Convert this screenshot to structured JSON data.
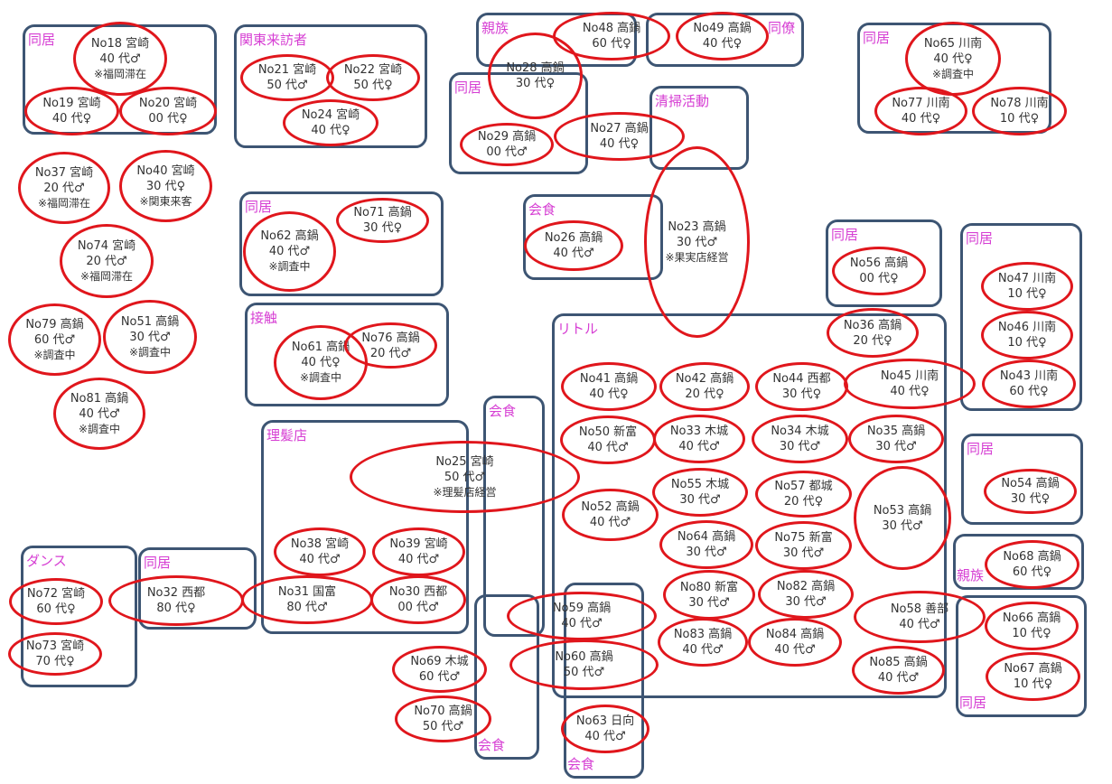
{
  "groups": [
    {
      "id": "g-dojo1",
      "label": "同居"
    },
    {
      "id": "g-kanto",
      "label": "関東来訪者"
    },
    {
      "id": "g-shinzoku1",
      "label": "親族"
    },
    {
      "id": "g-douryo",
      "label": "同僚"
    },
    {
      "id": "g-dojo2",
      "label": "同居"
    },
    {
      "id": "g-dojo3",
      "label": "同居"
    },
    {
      "id": "g-seiso",
      "label": "清掃活動"
    },
    {
      "id": "g-dojo4",
      "label": "同居"
    },
    {
      "id": "g-kaishoku1",
      "label": "会食"
    },
    {
      "id": "g-dojo5",
      "label": "同居"
    },
    {
      "id": "g-dojo6",
      "label": "同居"
    },
    {
      "id": "g-sesshoku",
      "label": "接触"
    },
    {
      "id": "g-ritoru",
      "label": "リトル"
    },
    {
      "id": "g-kaishoku2",
      "label": "会食"
    },
    {
      "id": "g-rihatsu",
      "label": "理髪店"
    },
    {
      "id": "g-dojo7",
      "label": "同居"
    },
    {
      "id": "g-shinzoku2",
      "label": "親族"
    },
    {
      "id": "g-dance",
      "label": "ダンス"
    },
    {
      "id": "g-dojo8",
      "label": "同居"
    },
    {
      "id": "g-kaishoku3",
      "label": "会食"
    },
    {
      "id": "g-kaishoku4",
      "label": "会食"
    },
    {
      "id": "g-dojo9",
      "label": "同居"
    }
  ],
  "cases": [
    {
      "no": "No18 宮崎",
      "info": "40 代♂",
      "note": "※福岡滞在"
    },
    {
      "no": "No19 宮崎",
      "info": "40 代♀",
      "note": ""
    },
    {
      "no": "No20 宮崎",
      "info": "00 代♀",
      "note": ""
    },
    {
      "no": "No21 宮崎",
      "info": "50 代♂",
      "note": ""
    },
    {
      "no": "No22 宮崎",
      "info": "50 代♀",
      "note": ""
    },
    {
      "no": "No24 宮崎",
      "info": "40 代♀",
      "note": ""
    },
    {
      "no": "No48 高鍋",
      "info": "60 代♀",
      "note": ""
    },
    {
      "no": "No49 高鍋",
      "info": "40 代♀",
      "note": ""
    },
    {
      "no": "No28 高鍋",
      "info": "30 代♀",
      "note": ""
    },
    {
      "no": "No29 高鍋",
      "info": "00 代♂",
      "note": ""
    },
    {
      "no": "No27 高鍋",
      "info": "40 代♀",
      "note": ""
    },
    {
      "no": "No65 川南",
      "info": "40 代♀",
      "note": "※調査中"
    },
    {
      "no": "No77 川南",
      "info": "40 代♀",
      "note": ""
    },
    {
      "no": "No78 川南",
      "info": "10 代♀",
      "note": ""
    },
    {
      "no": "No37 宮崎",
      "info": "20 代♂",
      "note": "※福岡滞在"
    },
    {
      "no": "No40 宮崎",
      "info": "30 代♀",
      "note": "※関東来客"
    },
    {
      "no": "No74 宮崎",
      "info": "20 代♂",
      "note": "※福岡滞在"
    },
    {
      "no": "No79 高鍋",
      "info": "60 代♂",
      "note": "※調査中"
    },
    {
      "no": "No51 高鍋",
      "info": "30 代♂",
      "note": "※調査中"
    },
    {
      "no": "No81 高鍋",
      "info": "40 代♂",
      "note": "※調査中"
    },
    {
      "no": "No62 高鍋",
      "info": "40 代♂",
      "note": "※調査中"
    },
    {
      "no": "No71 高鍋",
      "info": "30 代♀",
      "note": ""
    },
    {
      "no": "No26 高鍋",
      "info": "40 代♂",
      "note": ""
    },
    {
      "no": "No23 高鍋",
      "info": "30 代♂",
      "note": "※果実店経営"
    },
    {
      "no": "No56 高鍋",
      "info": "00 代♀",
      "note": ""
    },
    {
      "no": "No36 高鍋",
      "info": "20 代♀",
      "note": ""
    },
    {
      "no": "No47 川南",
      "info": "10 代♀",
      "note": ""
    },
    {
      "no": "No46 川南",
      "info": "10 代♀",
      "note": ""
    },
    {
      "no": "No43 川南",
      "info": "60 代♀",
      "note": ""
    },
    {
      "no": "No61 高鍋",
      "info": "40 代♀",
      "note": "※調査中"
    },
    {
      "no": "No76 高鍋",
      "info": "20 代♂",
      "note": ""
    },
    {
      "no": "No41 高鍋",
      "info": "40 代♀",
      "note": ""
    },
    {
      "no": "No42 高鍋",
      "info": "20 代♀",
      "note": ""
    },
    {
      "no": "No44 西都",
      "info": "30 代♀",
      "note": ""
    },
    {
      "no": "No45 川南",
      "info": "40 代♀",
      "note": ""
    },
    {
      "no": "No50 新富",
      "info": "40 代♂",
      "note": ""
    },
    {
      "no": "No33 木城",
      "info": "40 代♂",
      "note": ""
    },
    {
      "no": "No34 木城",
      "info": "30 代♂",
      "note": ""
    },
    {
      "no": "No35 高鍋",
      "info": "30 代♂",
      "note": ""
    },
    {
      "no": "No54 高鍋",
      "info": "30 代♀",
      "note": ""
    },
    {
      "no": "No25 宮崎",
      "info": "50 代♂",
      "note": "※理髪店経営"
    },
    {
      "no": "No55 木城",
      "info": "30 代♂",
      "note": ""
    },
    {
      "no": "No57 都城",
      "info": "20 代♀",
      "note": ""
    },
    {
      "no": "No52 高鍋",
      "info": "40 代♂",
      "note": ""
    },
    {
      "no": "No53 高鍋",
      "info": "30 代♂",
      "note": ""
    },
    {
      "no": "No64 高鍋",
      "info": "30 代♂",
      "note": ""
    },
    {
      "no": "No75 新富",
      "info": "30 代♂",
      "note": ""
    },
    {
      "no": "No38 宮崎",
      "info": "40 代♂",
      "note": ""
    },
    {
      "no": "No39 宮崎",
      "info": "40 代♂",
      "note": ""
    },
    {
      "no": "No68 高鍋",
      "info": "60 代♀",
      "note": ""
    },
    {
      "no": "No72 宮崎",
      "info": "60 代♀",
      "note": ""
    },
    {
      "no": "No32 西都",
      "info": "80 代♀",
      "note": ""
    },
    {
      "no": "No31 国富",
      "info": "80 代♂",
      "note": ""
    },
    {
      "no": "No30 西都",
      "info": "00 代♂",
      "note": ""
    },
    {
      "no": "No80 新富",
      "info": "30 代♂",
      "note": ""
    },
    {
      "no": "No82 高鍋",
      "info": "30 代♂",
      "note": ""
    },
    {
      "no": "No59 高鍋",
      "info": "40 代♂",
      "note": ""
    },
    {
      "no": "No58 善部",
      "info": "40 代♂",
      "note": ""
    },
    {
      "no": "No66 高鍋",
      "info": "10 代♀",
      "note": ""
    },
    {
      "no": "No73 宮崎",
      "info": "70 代♀",
      "note": ""
    },
    {
      "no": "No83 高鍋",
      "info": "40 代♂",
      "note": ""
    },
    {
      "no": "No84 高鍋",
      "info": "40 代♂",
      "note": ""
    },
    {
      "no": "No69 木城",
      "info": "60 代♂",
      "note": ""
    },
    {
      "no": "No60 高鍋",
      "info": "50 代♂",
      "note": ""
    },
    {
      "no": "No85 高鍋",
      "info": "40 代♂",
      "note": ""
    },
    {
      "no": "No67 高鍋",
      "info": "10 代♀",
      "note": ""
    },
    {
      "no": "No70 高鍋",
      "info": "50 代♂",
      "note": ""
    },
    {
      "no": "No63 日向",
      "info": "40 代♂",
      "note": ""
    }
  ]
}
